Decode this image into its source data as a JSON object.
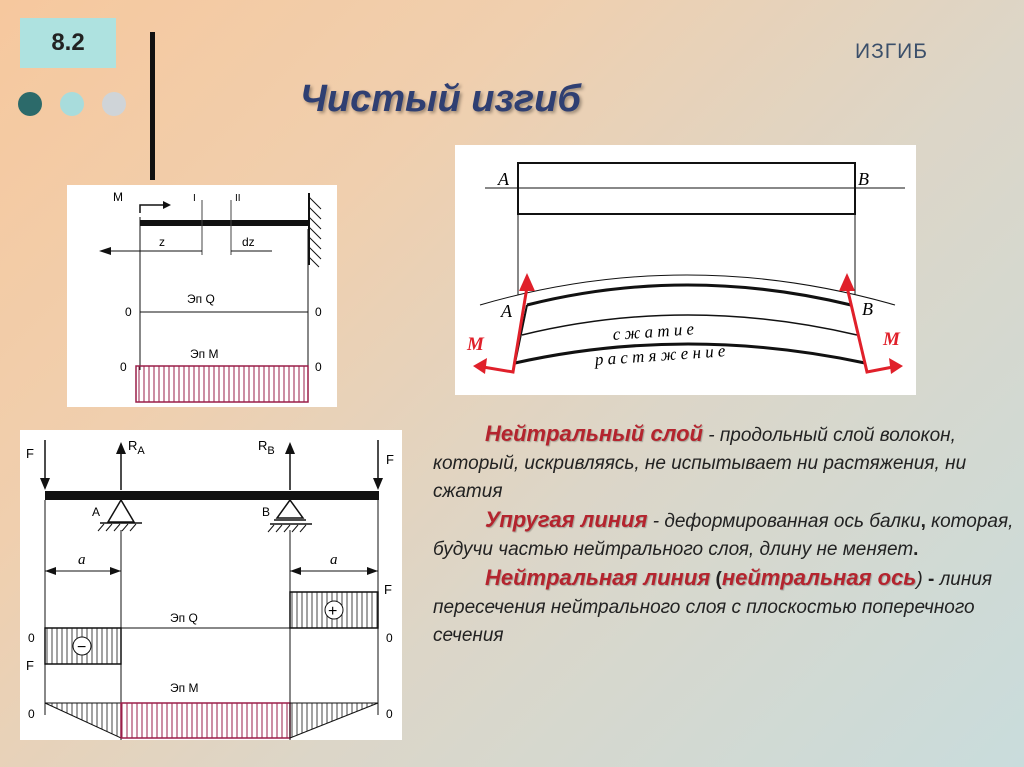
{
  "slide": {
    "number": "8.2",
    "section": "ИЗГИБ",
    "title": "Чистый изгиб",
    "dot_colors": [
      "#2c6a6a",
      "#a8dcdc",
      "#cfd4d8"
    ]
  },
  "diagram_cantilever": {
    "moment_label": "M",
    "section_1": "I",
    "section_2": "II",
    "z_label": "z",
    "dz_label": "dz",
    "q_label": "Эп Q",
    "m_label": "Эп M",
    "zero_q_left": "0",
    "zero_q_right": "0",
    "zero_m_left": "0",
    "zero_m_right": "0"
  },
  "diagram_bending": {
    "a_left": "A",
    "b_left": "B",
    "a_right": "A",
    "b_right": "B",
    "compression": "с ж а т и е",
    "tension": "р а с т я ж е н и е",
    "m_left": "M",
    "m_right": "M"
  },
  "diagram_beam": {
    "f_left": "F",
    "f_right": "F",
    "ra": "R",
    "ra_sub": "A",
    "rb": "R",
    "rb_sub": "B",
    "support_a": "A",
    "support_b": "B",
    "a_dim_left": "a",
    "a_dim_right": "a",
    "q_label": "Эп Q",
    "m_label": "Эп M",
    "f_q_right": "F",
    "f_q_left": "F",
    "zero_q_left": "0",
    "zero_q_right": "0",
    "zero_m_left": "0",
    "zero_m_right": "0",
    "plus": "+",
    "minus": "−"
  },
  "text": {
    "p1_term": "Нейтральный слой",
    "p1_rest": " - продольный слой волокон, который, искривляясь, не испытывает ни растяжения, ни сжатия",
    "p2_term": "Упругая линия",
    "p2_rest_a": " - деформированная ось балки",
    "p2_comma": ",",
    "p2_rest_b": " которая, будучи частью нейтрального слоя, длину не меняет",
    "p2_period": ".",
    "p3_term": "Нейтральная линия",
    "p3_paren_open": " (",
    "p3_term2": "нейтральная ось",
    "p3_paren_close": ")",
    "p3_dash": " - ",
    "p3_rest": "линия пересечения нейтрального слоя с плоскостью поперечного сечения"
  }
}
